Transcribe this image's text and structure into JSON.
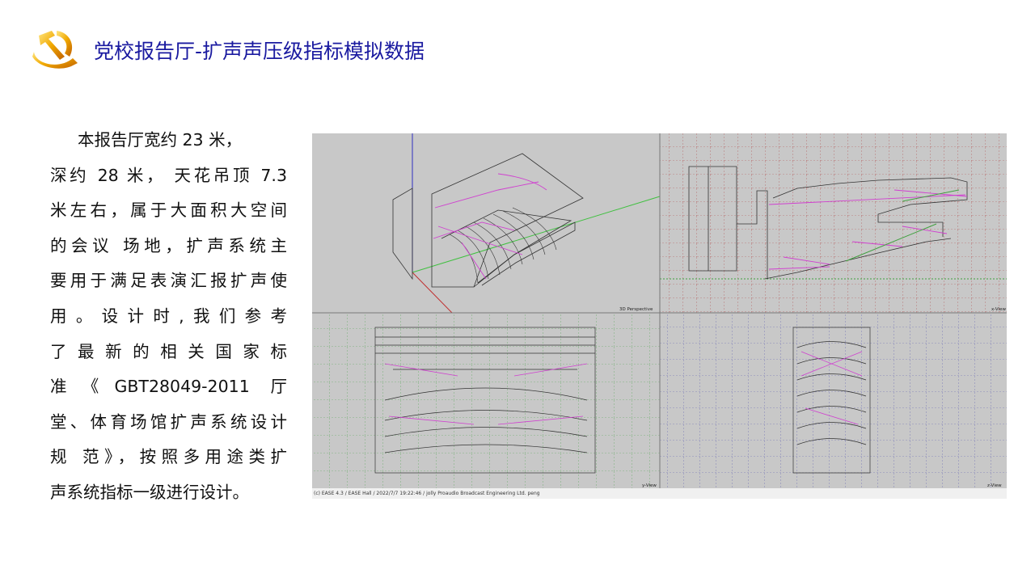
{
  "header": {
    "title": "党校报告厅-扩声声压级指标模拟数据",
    "logo_icon": "party-emblem-icon"
  },
  "body": {
    "lines": [
      "本报告厅宽约 23 米，",
      "深约 28 米， 天花吊顶 7.3",
      "米左右，属于大面积大空间",
      "的会议 场地，扩声系统主",
      "要用于满足表演汇报扩声使",
      "用。设计时,我们参考",
      "了最新的相关国家标",
      "准《GBT28049-2011 厅",
      "堂、体育场馆扩声系统设计",
      "规 范》，按照多用途类扩",
      "声系统指标一级进行设计。"
    ]
  },
  "cad": {
    "views": {
      "perspective": "3D Perspective",
      "side": "x-View",
      "front": "y-View",
      "top": "z-View"
    },
    "status": "(c) EASE 4.3  / EASE Hall  / 2022/7/7 19:22:46 / jolly Proaudio Broadcast Engineering Ltd. peng",
    "colors": {
      "background": "#c8c8c8",
      "rays": "#d040d0",
      "grid_red": "#b04040",
      "grid_green": "#40a040",
      "grid_blue": "#5050b0"
    }
  }
}
